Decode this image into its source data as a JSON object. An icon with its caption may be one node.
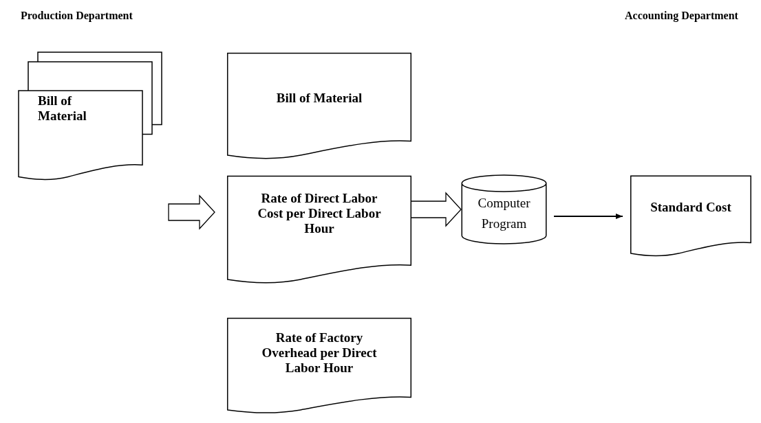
{
  "diagram": {
    "nodes": [
      {
        "text": [
          "Bill of Material"
        ]
      },
      {
        "text": [
          "Bill of Material"
        ]
      },
      {
        "text": [
          "Rate of Direct Labor Cost per Direct Labor Hour"
        ]
      },
      {
        "text": [
          "Rate of Factory Overhead per Direct Labor Hour"
        ]
      },
      {
        "text": [
          "Computer Program"
        ]
      },
      {
        "text": [
          "Standard Cost"
        ]
      }
    ],
    "edges": [
      {
        "from": null,
        "to": 2,
        "arrow": "to",
        "style": "thick"
      },
      {
        "from": 2,
        "to": 4,
        "arrow": "to",
        "style": "thick"
      },
      {
        "from": 4,
        "to": 5,
        "arrow": "to"
      }
    ],
    "labels": [
      "Production Department",
      "Accounting Department"
    ]
  }
}
